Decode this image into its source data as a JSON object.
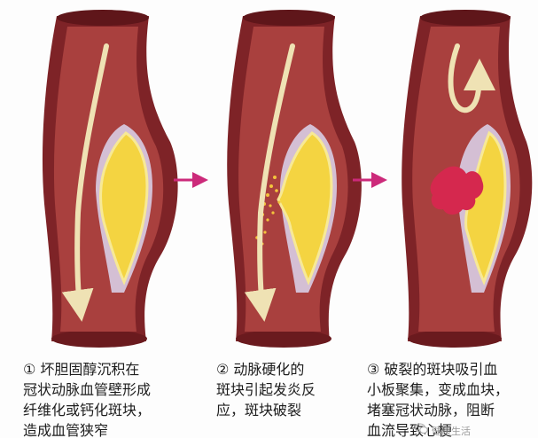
{
  "panels": [
    {
      "id": "stage-1",
      "caption": [
        "① 坏胆固醇沉积在",
        "冠状动脉血管壁形成",
        "纤维化或钙化斑块，",
        "造成血管狭窄"
      ]
    },
    {
      "id": "stage-2",
      "caption": [
        "② 动脉硬化的",
        "斑块引起发炎反",
        "应，斑块破裂"
      ]
    },
    {
      "id": "stage-3",
      "caption": [
        "③ 破裂的斑块吸引血",
        "小板聚集，变成血块，",
        "堵塞冠状动脉，阻断",
        "血流导致心梗"
      ]
    }
  ],
  "watermark": "健康生活",
  "colors": {
    "vessel_outer": "#7e2327",
    "vessel_wall": "#9d3a3a",
    "lumen": "#a9403e",
    "intima": "#d4bfd4",
    "plaque": "#f4d441",
    "plaque_edge": "#f7e996",
    "blood_flow_arrow": "#efe2b4",
    "clot": "#d5284e",
    "step_arrow": "#cc2a7a"
  }
}
